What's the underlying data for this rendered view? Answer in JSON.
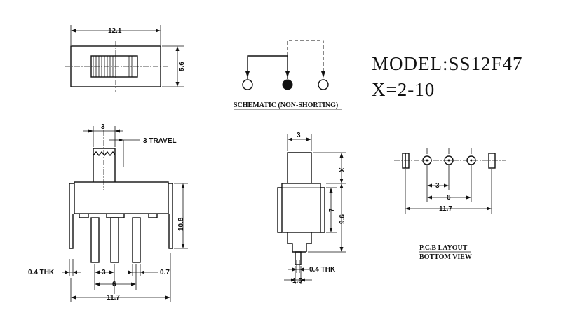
{
  "model": {
    "line1": "MODEL:SS12F47",
    "line2": "X=2-10"
  },
  "schematic": {
    "label": "SCHEMATIC (NON-SHORTING)"
  },
  "pcb": {
    "label1": "P.C.B LAYOUT",
    "label2": "BOTTOM VIEW"
  },
  "top_view": {
    "width": "12.1",
    "height": "5.6"
  },
  "front_view": {
    "pitch": "3",
    "travel": "3 TRAVEL",
    "height": "10.8",
    "thk": "0.4 THK",
    "pin_width": "0.7",
    "pitch2": "3",
    "span": "6",
    "overall": "11.7"
  },
  "side_view": {
    "actuator": "3",
    "x": "X",
    "body": "7",
    "total": "9.6",
    "thk": "0.4 THK",
    "pin": "1.5"
  },
  "pcb_dims": {
    "pitch": "3",
    "span": "6",
    "overall": "11.7"
  }
}
